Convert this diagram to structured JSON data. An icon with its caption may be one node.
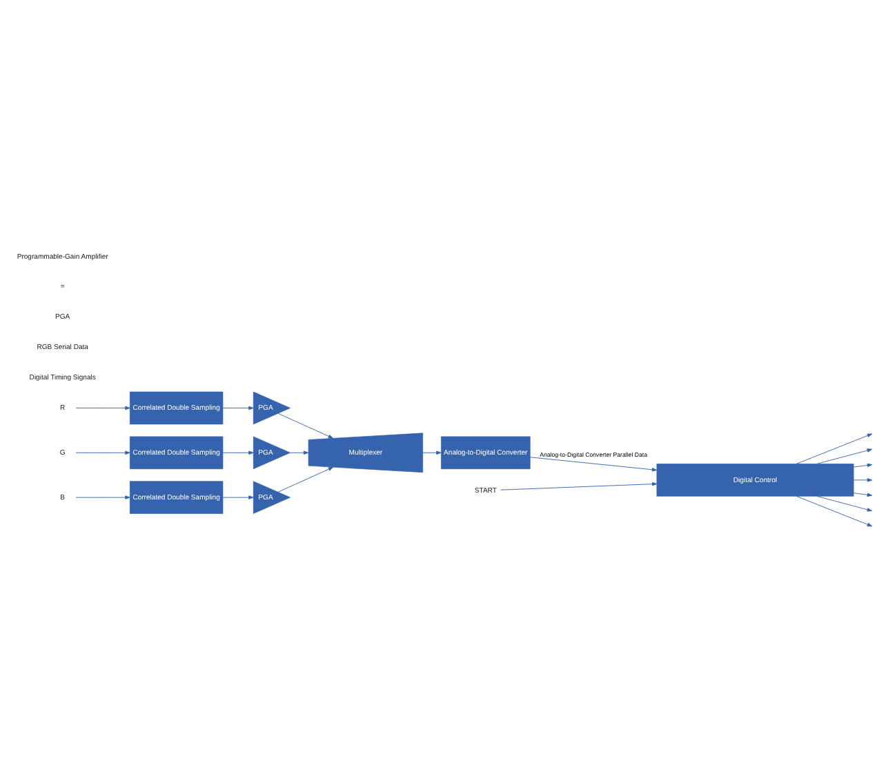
{
  "diagram": {
    "nodes": [
      {
        "text": [
          "R"
        ]
      },
      {
        "text": [
          "Correlated Double Sampling"
        ]
      },
      {
        "text": [
          "PGA"
        ]
      },
      {
        "text": [
          "G"
        ]
      },
      {
        "text": [
          "Correlated Double Sampling"
        ]
      },
      {
        "text": [
          "PGA"
        ]
      },
      {
        "text": [
          "B"
        ]
      },
      {
        "text": [
          "Correlated Double Sampling"
        ]
      },
      {
        "text": [
          "PGA"
        ]
      },
      {
        "text": [
          "Multiplexer"
        ]
      },
      {
        "text": [
          "Analog-to-Digital Converter"
        ]
      },
      {
        "text": [
          "START"
        ]
      },
      {
        "text": [
          "Digital Control"
        ]
      }
    ],
    "edges": [
      {
        "from": 0,
        "to": 1,
        "arrow": "to"
      },
      {
        "from": 1,
        "to": 2,
        "arrow": "to"
      },
      {
        "from": 2,
        "to": 9,
        "arrow": "to"
      },
      {
        "from": 3,
        "to": 4,
        "arrow": "to"
      },
      {
        "from": 4,
        "to": 5,
        "arrow": "to"
      },
      {
        "from": 5,
        "to": 9,
        "arrow": "to"
      },
      {
        "from": 6,
        "to": 7,
        "arrow": "to"
      },
      {
        "from": 7,
        "to": 8,
        "arrow": "to"
      },
      {
        "from": 8,
        "to": 9,
        "arrow": "to"
      },
      {
        "from": 9,
        "to": 10,
        "arrow": "to"
      },
      {
        "from": 10,
        "to": 12,
        "arrow": "to",
        "label": "Analog-to-Digital Converter Parallel Data"
      },
      {
        "from": 11,
        "to": 12,
        "arrow": "to"
      },
      {
        "from": 12,
        "to": null,
        "arrow": "to"
      },
      {
        "from": 12,
        "to": null,
        "arrow": "to"
      },
      {
        "from": 12,
        "to": null,
        "arrow": "to"
      },
      {
        "from": 12,
        "to": null,
        "arrow": "to"
      },
      {
        "from": 12,
        "to": null,
        "arrow": "to"
      },
      {
        "from": 12,
        "to": null,
        "arrow": "to"
      },
      {
        "from": 12,
        "to": null,
        "arrow": "to"
      }
    ],
    "labels": [
      "Digital Timing Signals",
      "RGB Serial Data",
      "PGA",
      "=",
      "Programmable-Gain Amplifier"
    ]
  }
}
